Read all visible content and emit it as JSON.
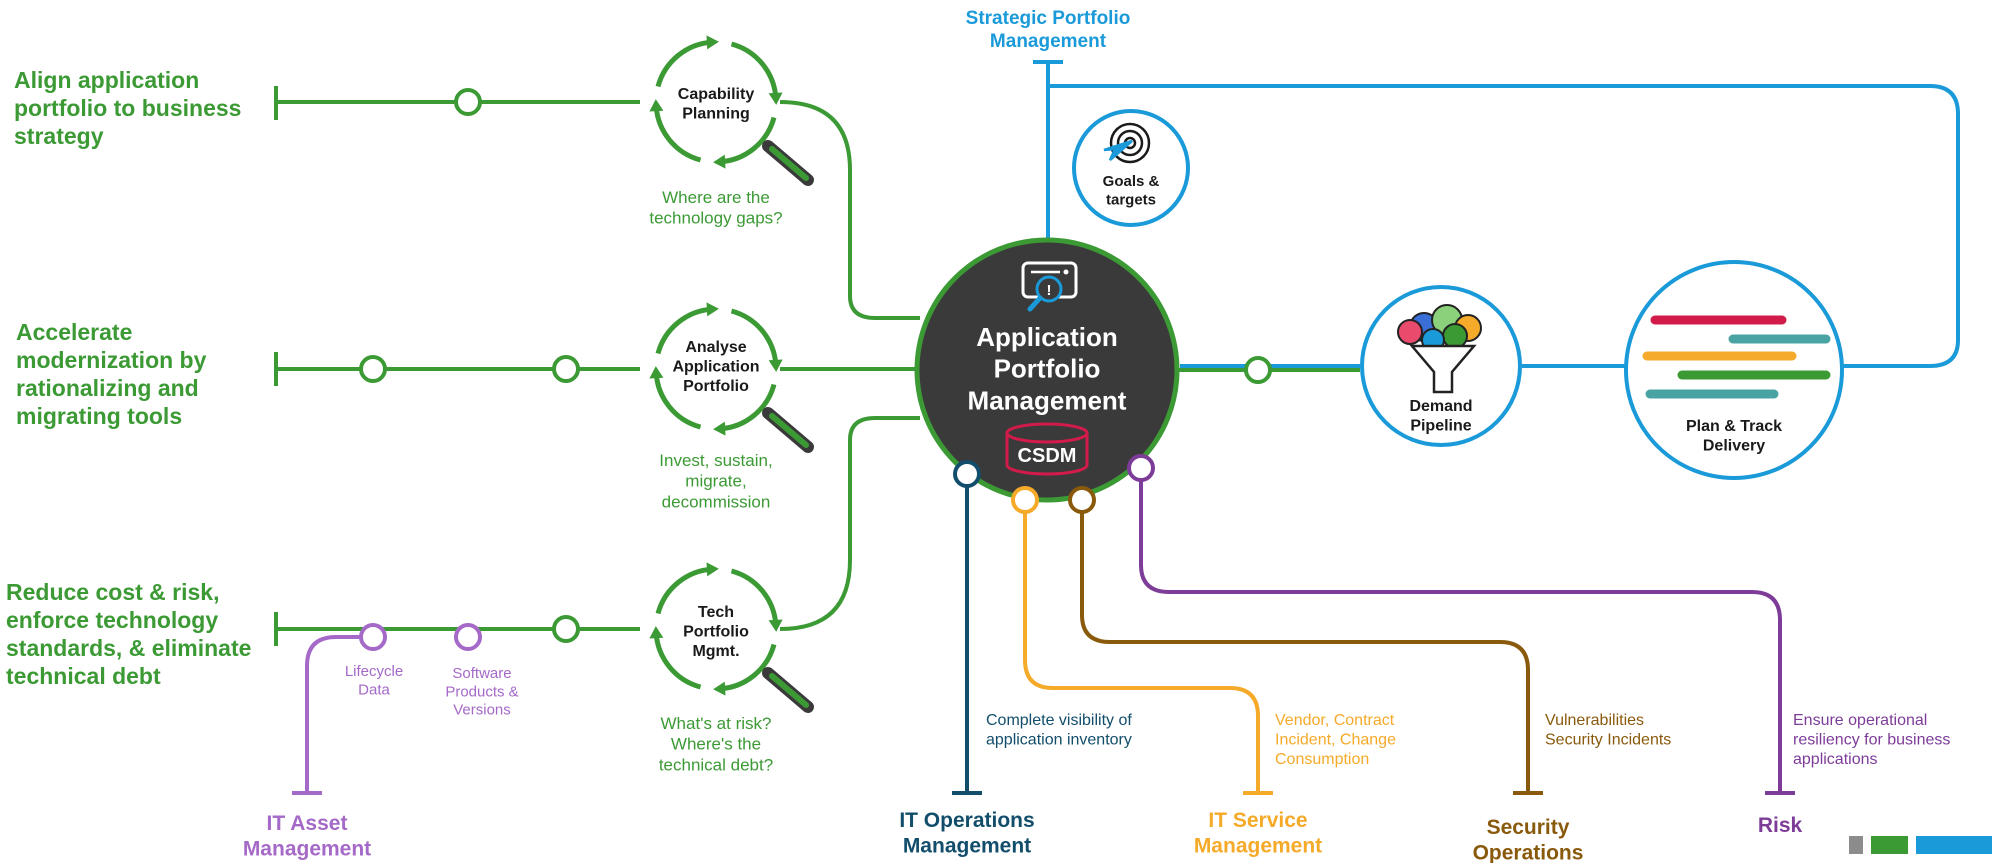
{
  "colors": {
    "green": "#3c9a35",
    "blue": "#1a9ad9",
    "navy": "#124e6b",
    "orange": "#f5aa2a",
    "brown": "#8a5a0c",
    "purple": "#7d3c98",
    "lilac": "#a569c8",
    "dark": "#3a3a3a",
    "crimson": "#d11b4a"
  },
  "goals": [
    "Align application\nportfolio to business\nstrategy",
    "Accelerate\nmodernization by\nrationalizing and\nmigrating tools",
    "Reduce cost & risk,\nenforce technology\nstandards, & eliminate\ntechnical debt"
  ],
  "cycles": [
    {
      "label": "Capability\nPlanning",
      "question": "Where are the\ntechnology gaps?"
    },
    {
      "label": "Analyse\nApplication\nPortfolio",
      "question": "Invest, sustain,\nmigrate,\ndecommission"
    },
    {
      "label": "Tech\nPortfolio\nMgmt.",
      "question": "What's at risk?\nWhere's the\ntechnical debt?"
    }
  ],
  "hub": {
    "title": "Application\nPortfolio\nManagement",
    "badge": "CSDM",
    "icon": "screen-search-icon"
  },
  "strategic": {
    "title": "Strategic Portfolio\nManagement"
  },
  "goals_node": {
    "label": "Goals &\ntargets",
    "icon": "target-icon"
  },
  "demand": {
    "label": "Demand\nPipeline",
    "icon": "funnel-icon"
  },
  "plan": {
    "label": "Plan & Track\nDelivery",
    "icon": "gantt-icon"
  },
  "asset": {
    "title": "IT Asset\nManagement",
    "notes": [
      "Lifecycle\nData",
      "Software\nProducts &\nVersions"
    ]
  },
  "lanes": [
    {
      "title": "IT Operations\nManagement",
      "note": "Complete visibility of\napplication inventory"
    },
    {
      "title": "IT Service\nManagement",
      "note": "Vendor, Contract\nIncident, Change\nConsumption"
    },
    {
      "title": "Security\nOperations",
      "note": "Vulnerabilities\nSecurity Incidents"
    },
    {
      "title": "Risk",
      "note": "Ensure operational\nresiliency for business\napplications"
    }
  ]
}
